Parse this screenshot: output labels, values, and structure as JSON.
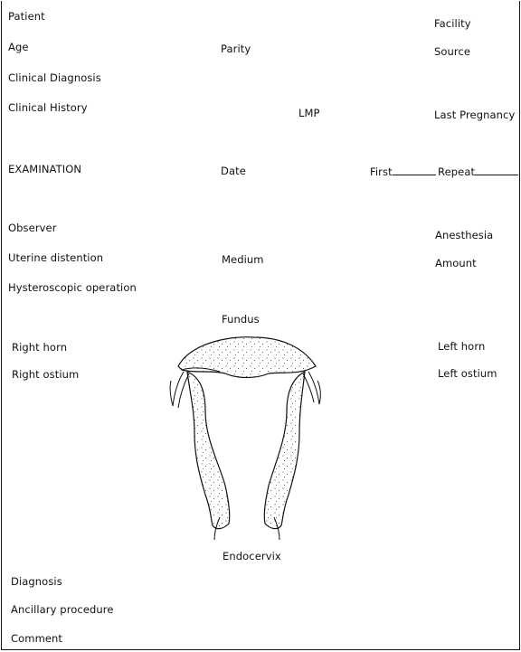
{
  "header": {
    "patient": "Patient",
    "facility": "Facility",
    "age": "Age",
    "parity": "Parity",
    "source": "Source",
    "clinical_diagnosis": "Clinical Diagnosis",
    "clinical_history": "Clinical History",
    "lmp": "LMP",
    "last_pregnancy": "Last Pregnancy"
  },
  "examination": {
    "title": "EXAMINATION",
    "date": "Date",
    "first": "First",
    "repeat": "Repeat"
  },
  "procedure": {
    "observer": "Observer",
    "anesthesia": "Anesthesia",
    "uterine_distention": "Uterine distention",
    "medium": "Medium",
    "amount": "Amount",
    "hysteroscopic_operation": "Hysteroscopic operation"
  },
  "diagram": {
    "fundus": "Fundus",
    "right_horn": "Right horn",
    "left_horn": "Left horn",
    "right_ostium": "Right ostium",
    "left_ostium": "Left ostium",
    "endocervix": "Endocervix"
  },
  "footer": {
    "diagnosis": "Diagnosis",
    "ancillary_procedure": "Ancillary procedure",
    "comment": "Comment"
  }
}
